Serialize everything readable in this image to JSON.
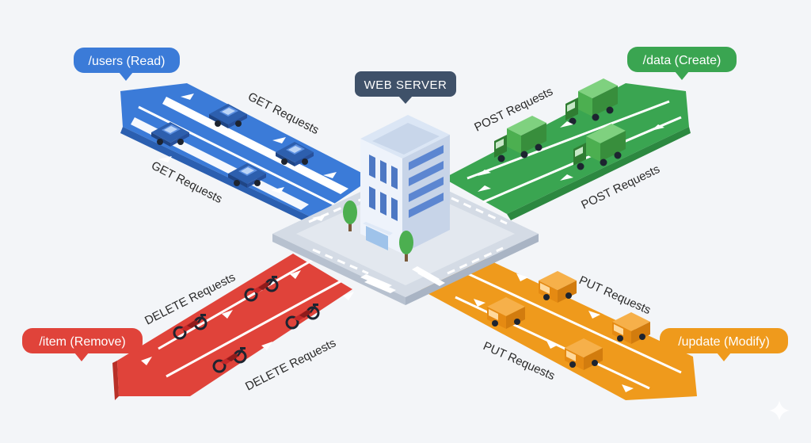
{
  "server": {
    "label": "WEB SERVER"
  },
  "endpoints": {
    "users": {
      "label": "/users (Read)",
      "color": "#3b7bd8"
    },
    "data": {
      "label": "/data (Create)",
      "color": "#3aa551"
    },
    "item": {
      "label": "/item (Remove)",
      "color": "#e0433a"
    },
    "update": {
      "label": "/update (Modify)",
      "color": "#ef9a1c"
    }
  },
  "roads": {
    "get": {
      "label_1": "GET Requests",
      "label_2": "GET Requests",
      "vehicle_icon": "car-icon",
      "color": "#3b7bd8"
    },
    "post": {
      "label_1": "POST Requests",
      "label_2": "POST Requests",
      "vehicle_icon": "truck-icon",
      "color": "#3aa551"
    },
    "delete": {
      "label_1": "DELETE Requests",
      "label_2": "DELETE Requests",
      "vehicle_icon": "motorcycle-icon",
      "color": "#e0433a"
    },
    "put": {
      "label_1": "PUT Requests",
      "label_2": "PUT Requests",
      "vehicle_icon": "van-icon",
      "color": "#ef9a1c"
    }
  }
}
